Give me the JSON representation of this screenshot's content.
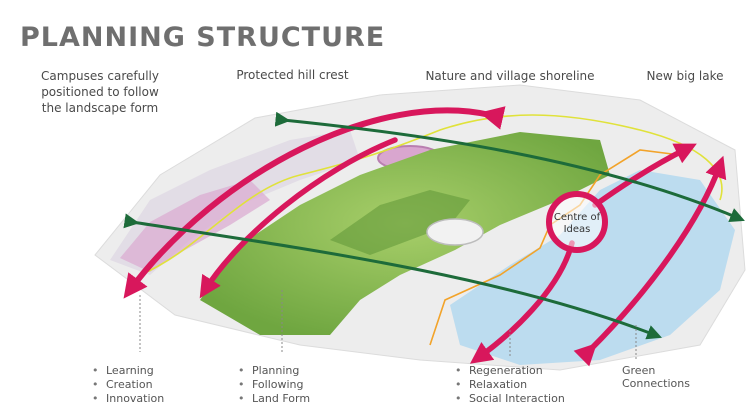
{
  "header": {
    "title": "PLANNING STRUCTURE"
  },
  "labels": {
    "campuses": "Campuses carefully positioned to follow the landscape form",
    "hill_crest": "Protected hill crest",
    "shoreline": "Nature and village shoreline",
    "lake": "New big lake",
    "centre": "Centre of Ideas",
    "green_connections": "Green Connections"
  },
  "bullet_groups": [
    {
      "items": [
        "Learning",
        "Creation",
        "Innovation"
      ]
    },
    {
      "items": [
        "Planning",
        "Following",
        "Land Form"
      ]
    },
    {
      "items": [
        "Regeneration",
        "Relaxation",
        "Social Interaction"
      ]
    }
  ],
  "colors": {
    "arrow_red": "#d8175c",
    "arrow_green": "#1d6b3a",
    "line_yellow": "#e0e23a",
    "shore_orange": "#f2a32a",
    "lake_blue": "#bcdcef",
    "terrain_green": "#8fbf55",
    "title_gray": "#6f6f6f"
  }
}
